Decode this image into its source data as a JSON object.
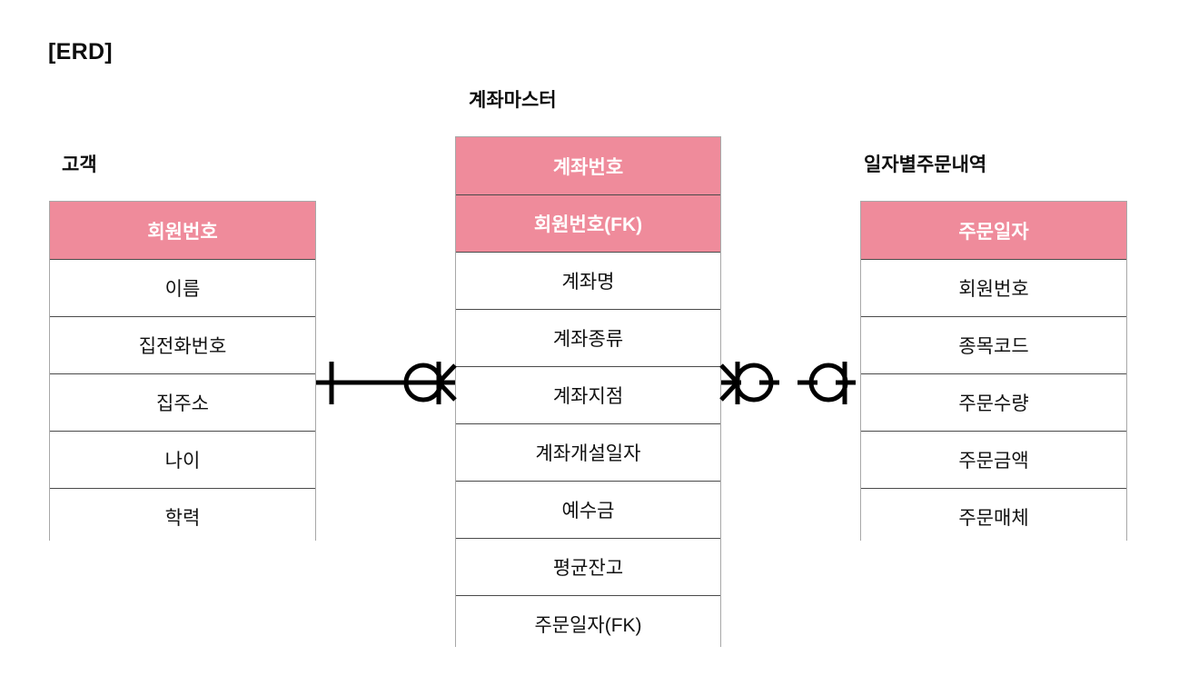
{
  "page": {
    "title": "[ERD]",
    "background_color": "#ffffff",
    "key_color": "#ef8b9b",
    "border_color": "#a8a8a8",
    "line_color": "#000000",
    "text_color": "#111111"
  },
  "entities": [
    {
      "id": "customer",
      "label": "고객",
      "attributes": [
        {
          "name": "회원번호",
          "key": true
        },
        {
          "name": "이름",
          "key": false
        },
        {
          "name": "집전화번호",
          "key": false
        },
        {
          "name": "집주소",
          "key": false
        },
        {
          "name": "나이",
          "key": false
        },
        {
          "name": "학력",
          "key": false
        }
      ]
    },
    {
      "id": "account",
      "label": "계좌마스터",
      "attributes": [
        {
          "name": "계좌번호",
          "key": true
        },
        {
          "name": "회원번호(FK)",
          "key": true
        },
        {
          "name": "계좌명",
          "key": false
        },
        {
          "name": "계좌종류",
          "key": false
        },
        {
          "name": "계좌지점",
          "key": false
        },
        {
          "name": "계좌개설일자",
          "key": false
        },
        {
          "name": "예수금",
          "key": false
        },
        {
          "name": "평균잔고",
          "key": false
        },
        {
          "name": "주문일자(FK)",
          "key": false
        }
      ]
    },
    {
      "id": "order",
      "label": "일자별주문내역",
      "attributes": [
        {
          "name": "주문일자",
          "key": true
        },
        {
          "name": "회원번호",
          "key": false
        },
        {
          "name": "종목코드",
          "key": false
        },
        {
          "name": "주문수량",
          "key": false
        },
        {
          "name": "주문금액",
          "key": false
        },
        {
          "name": "주문매체",
          "key": false
        }
      ]
    }
  ],
  "relationships": [
    {
      "id": "customer-account",
      "from": "customer",
      "to": "account",
      "line_style": "solid",
      "from_cardinality": "one",
      "to_cardinality": "zero-or-many"
    },
    {
      "id": "account-order",
      "from": "account",
      "to": "order",
      "line_style": "dashed",
      "from_cardinality": "zero-or-many",
      "to_cardinality": "zero-or-one"
    }
  ]
}
